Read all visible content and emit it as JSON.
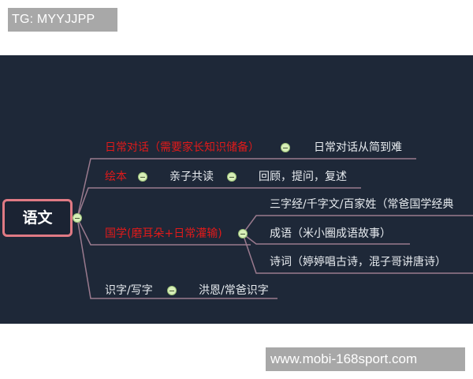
{
  "watermarks": {
    "top": "TG: MYYJJPP",
    "bottom": "www.mobi-168sport.com"
  },
  "colors": {
    "background": "#1e2838",
    "root_border": "#e07a84",
    "branch_line": "#9a7a8e",
    "primary_text_red": "#e01a1a",
    "secondary_text": "#e8ecf0",
    "toggle_fill": "#d8efb8"
  },
  "mindmap": {
    "root": {
      "label": "语文"
    },
    "branches": [
      {
        "label": "日常对话（需要家长知识储备）",
        "color": "red",
        "children": [
          {
            "label": "日常对话从简到难"
          }
        ]
      },
      {
        "label": "绘本",
        "color": "red",
        "children": [
          {
            "label": "亲子共读",
            "children": [
              {
                "label": "回顾，提问，复述"
              }
            ]
          }
        ]
      },
      {
        "label": "国学(磨耳朵+日常灌输)",
        "color": "red",
        "children": [
          {
            "label": "三字经/千字文/百家姓（常爸国学经典"
          },
          {
            "label": "成语（米小圈成语故事）"
          },
          {
            "label": "诗词（婷婷唱古诗，混子哥讲唐诗）"
          }
        ]
      },
      {
        "label": "识字/写字",
        "color": "white",
        "children": [
          {
            "label": "洪恩/常爸识字"
          }
        ]
      }
    ]
  }
}
